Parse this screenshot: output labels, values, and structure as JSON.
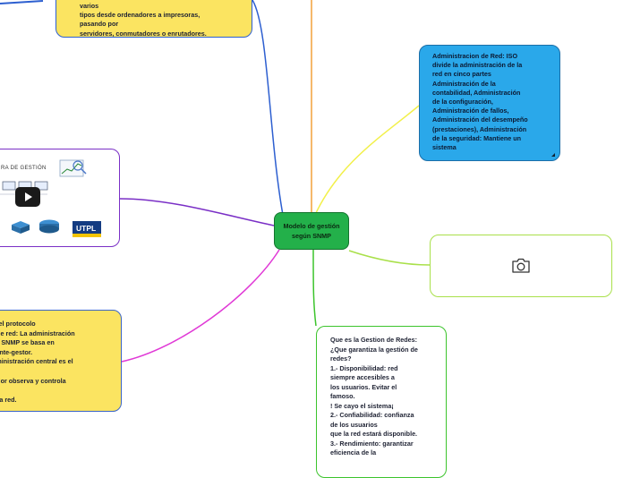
{
  "central": {
    "label": "Modelo de gestión\nsegún SNMP"
  },
  "top_note": {
    "text": "varios\ntipos desde ordenadores a impresoras,\npasando por\nservidores, conmutadores o enrutadores."
  },
  "admin_note": {
    "text": "Administracion de Red: ISO\ndivide la administración de la\nred en cinco partes\nAdministración de la\ncontabilidad, Administración\nde la configuración,\nAdministración de fallos,\nAdministración del desempeño\n(prestaciones), Administración\nde la seguridad: Mantiene un\nsistema"
  },
  "image_node": {
    "icon": "camera-icon"
  },
  "video_node": {
    "title": "RA DE GESTIÓN",
    "brand": "UTPL",
    "icon": "play-icon"
  },
  "protocol_note": {
    "text": "nto del protocolo\ntion de red: La administración\nés de SNMP se basa en\na agente-gestor.\ne administración central es el\ne el\nistrador observa y controla\n\ns de la red."
  },
  "gestion_note": {
    "text": "Que es la Gestion de Redes:\n¿Que garantiza la gestión de\nredes?\n1.- Disponibilidad: red\nsiempre accesibles a\nlos usuarios. Evitar el\nfamoso.\n! Se cayo el sistema¡\n2.- Confiabilidad: confianza\nde los usuarios\nque la red estará disponible.\n3.- Rendimiento: garantizar\neficiencia de la"
  },
  "colors": {
    "central": "#23b04a",
    "yellow": "#fbe461",
    "blue": "#2aa8ea",
    "link_blue": "#2d5fd0",
    "link_yellow": "#f2f04a",
    "link_lime": "#a9e04a",
    "link_purple": "#7a2fc6",
    "link_magenta": "#e039d6",
    "link_green": "#3cc42c",
    "link_orange": "#f2a03a"
  }
}
